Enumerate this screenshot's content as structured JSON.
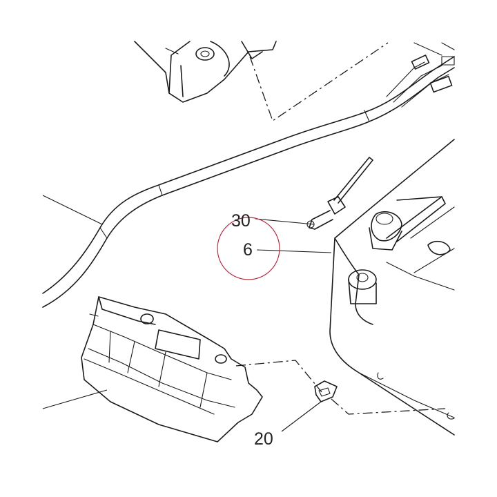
{
  "callouts": [
    {
      "id": "part-30",
      "label": "30"
    },
    {
      "id": "part-6",
      "label": "6"
    },
    {
      "id": "part-20",
      "label": "20"
    }
  ],
  "highlight_color": "#b03040"
}
